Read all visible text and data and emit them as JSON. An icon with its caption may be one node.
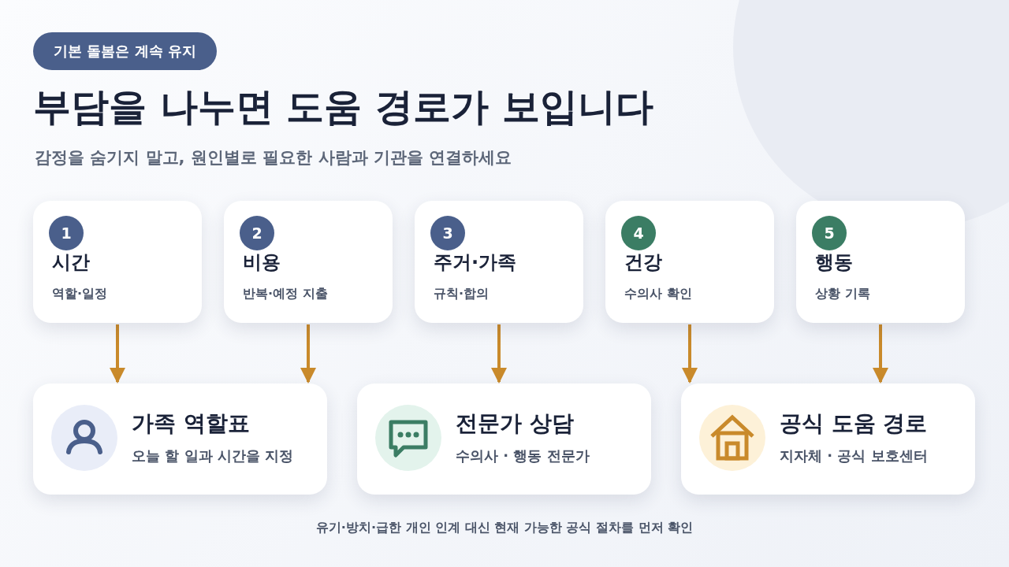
{
  "diagram": {
    "title": "부담을 나누면 도움 경로가 보입니다",
    "nodes": [
      {
        "text": [
          "1",
          "시간",
          "역할·일정"
        ]
      },
      {
        "text": [
          "2",
          "비용",
          "반복·예정 지출"
        ]
      },
      {
        "text": [
          "3",
          "주거·가족",
          "규칙·합의"
        ]
      },
      {
        "text": [
          "4",
          "건강",
          "수의사 확인"
        ]
      },
      {
        "text": [
          "5",
          "행동",
          "상황 기록"
        ]
      },
      {
        "text": [
          "가족 역할표",
          "오늘 할 일과 시간을 지정"
        ]
      },
      {
        "text": [
          "전문가 상담",
          "수의사 · 행동 전문가"
        ]
      },
      {
        "text": [
          "공식 도움 경로",
          "지자체 · 공식 보호센터"
        ]
      }
    ],
    "edges": [
      {
        "from": 0,
        "to": 5,
        "arrow": "to"
      },
      {
        "from": 1,
        "to": 5,
        "arrow": "to"
      },
      {
        "from": 2,
        "to": 6,
        "arrow": "to"
      },
      {
        "from": 3,
        "to": 7,
        "arrow": "to"
      },
      {
        "from": 4,
        "to": 7,
        "arrow": "to"
      }
    ],
    "labels": [
      "기본 돌봄은 계속 유지",
      "감정을 숨기지 말고, 원인별로 필요한 사람과 기관을 연결하세요",
      "유기·방치·급한 개인 인계 대신 현재 가능한 공식 절차를 먼저 확인"
    ]
  }
}
